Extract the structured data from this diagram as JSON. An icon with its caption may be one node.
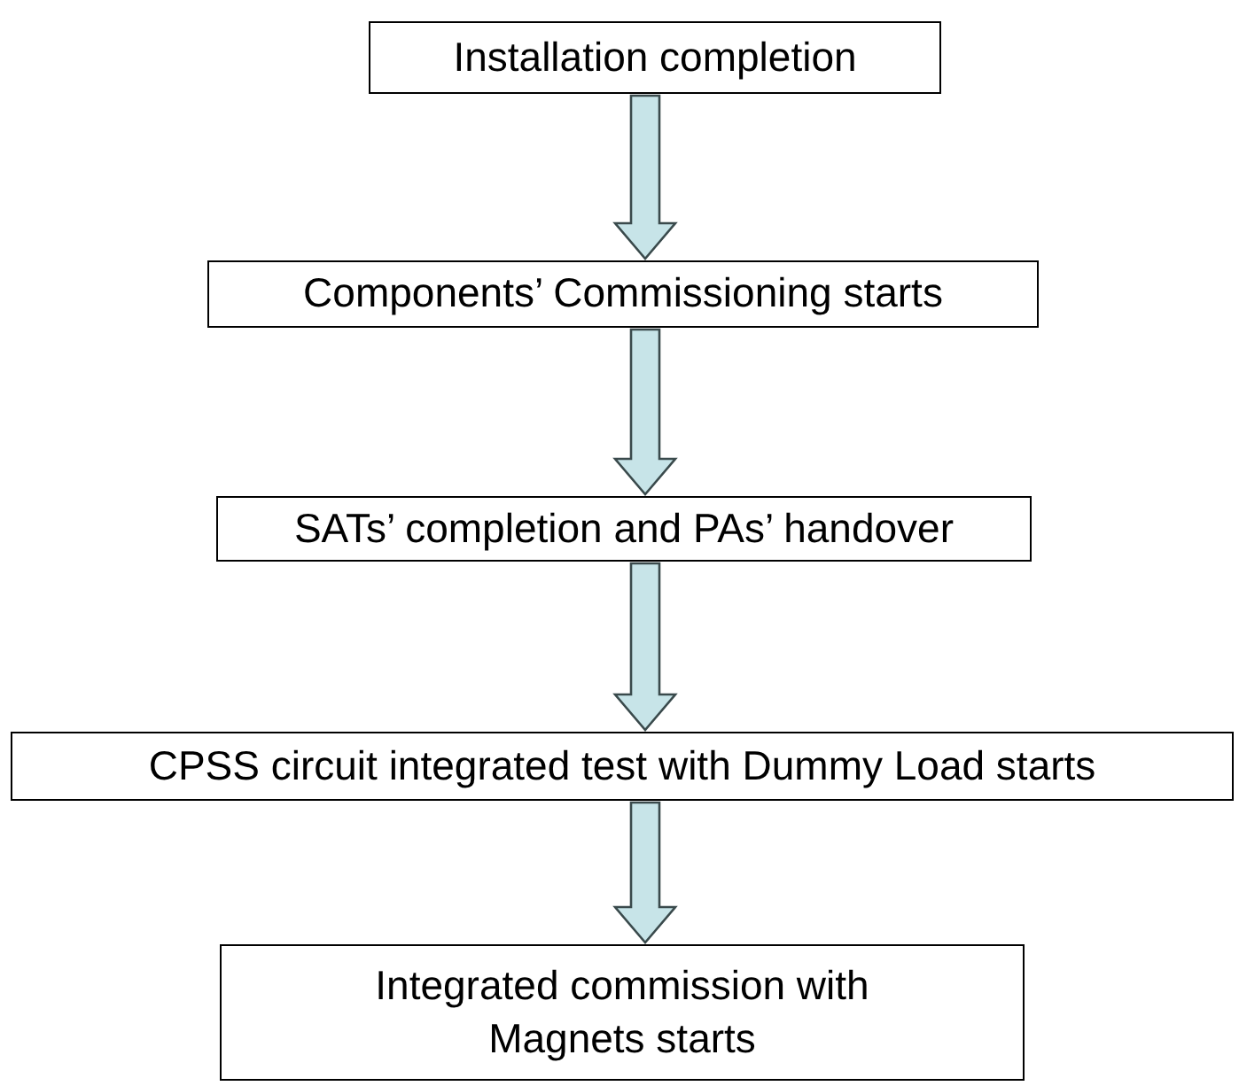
{
  "diagram": {
    "nodes": [
      {
        "text": [
          "Installation completion"
        ]
      },
      {
        "text": [
          "Components’ Commissioning starts"
        ]
      },
      {
        "text": [
          "SATs’ completion and PAs’ handover"
        ]
      },
      {
        "text": [
          "CPSS circuit integrated test with Dummy Load starts"
        ]
      },
      {
        "text": [
          "Integrated commission with Magnets starts"
        ]
      }
    ],
    "edges": [
      {
        "from": 0,
        "to": 1,
        "arrow": "to"
      },
      {
        "from": 1,
        "to": 2,
        "arrow": "to"
      },
      {
        "from": 2,
        "to": 3,
        "arrow": "to"
      },
      {
        "from": 3,
        "to": 4,
        "arrow": "to"
      }
    ]
  }
}
